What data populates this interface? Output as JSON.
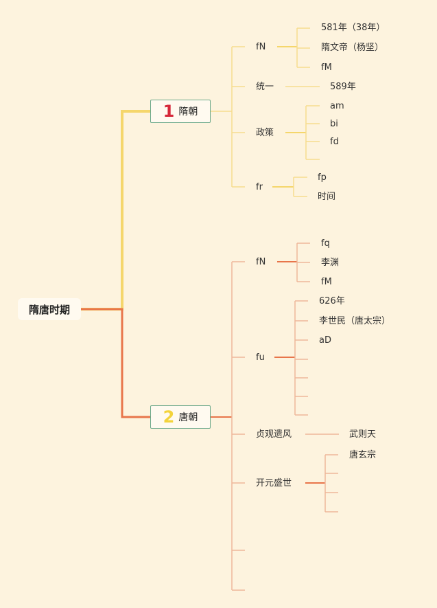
{
  "root": {
    "label": "隋唐时期"
  },
  "sui": {
    "number": "1",
    "label": "隋朝",
    "children": [
      {
        "label": "fN",
        "children": [
          "581年（38年）",
          "隋文帝（杨坚）",
          "fM"
        ]
      },
      {
        "label": "统一",
        "children": [
          "589年"
        ]
      },
      {
        "label": "政策",
        "children": [
          "am",
          "bi",
          "fd",
          ""
        ]
      },
      {
        "label": "fr",
        "children": [
          "fp",
          "时间"
        ]
      }
    ]
  },
  "tang": {
    "number": "2",
    "label": "唐朝",
    "children": [
      {
        "label": "fN",
        "children": [
          "fq",
          "李渊",
          "fM"
        ]
      },
      {
        "label": "fu",
        "children": [
          "626年",
          "李世民（唐太宗）",
          "aD",
          "",
          "",
          "",
          ""
        ]
      },
      {
        "label": "贞观遗风",
        "children": [
          "武则天"
        ]
      },
      {
        "label": "开元盛世",
        "children": [
          "唐玄宗",
          "",
          "",
          ""
        ]
      },
      {
        "label": "",
        "children": []
      },
      {
        "label": "",
        "children": []
      }
    ]
  },
  "colors": {
    "background": "#fdf3de",
    "sui_line": "#f5d66b",
    "sui_line_light": "#f7dc8e",
    "tang_line": "#e8754a",
    "tang_line_light": "#eeb89a",
    "branch_border": "#6aa88a"
  }
}
